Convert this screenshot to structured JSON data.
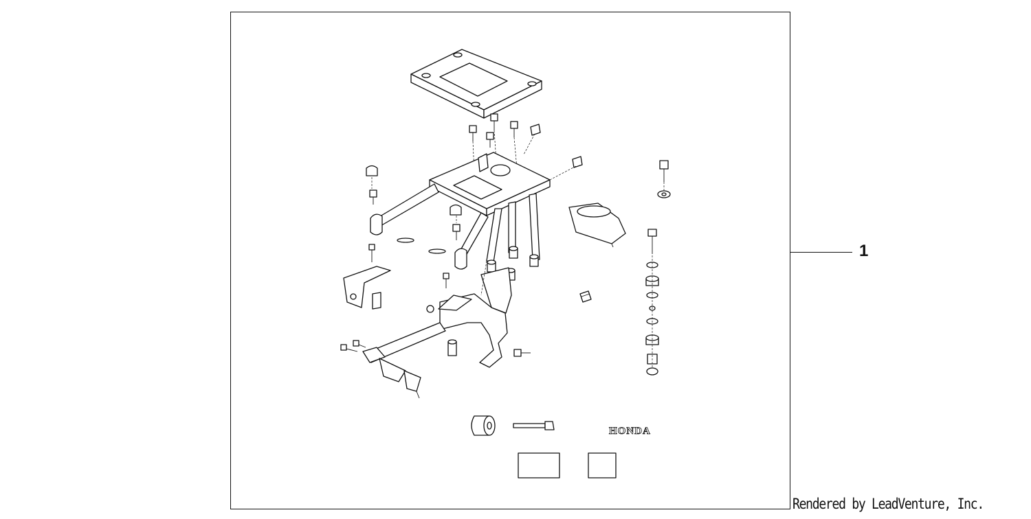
{
  "diagram": {
    "callout_number": "1",
    "logo_text": "HONDA",
    "credit": "Rendered by LeadVenture, Inc."
  },
  "colors": {
    "line": "#111111",
    "background": "#ffffff"
  }
}
